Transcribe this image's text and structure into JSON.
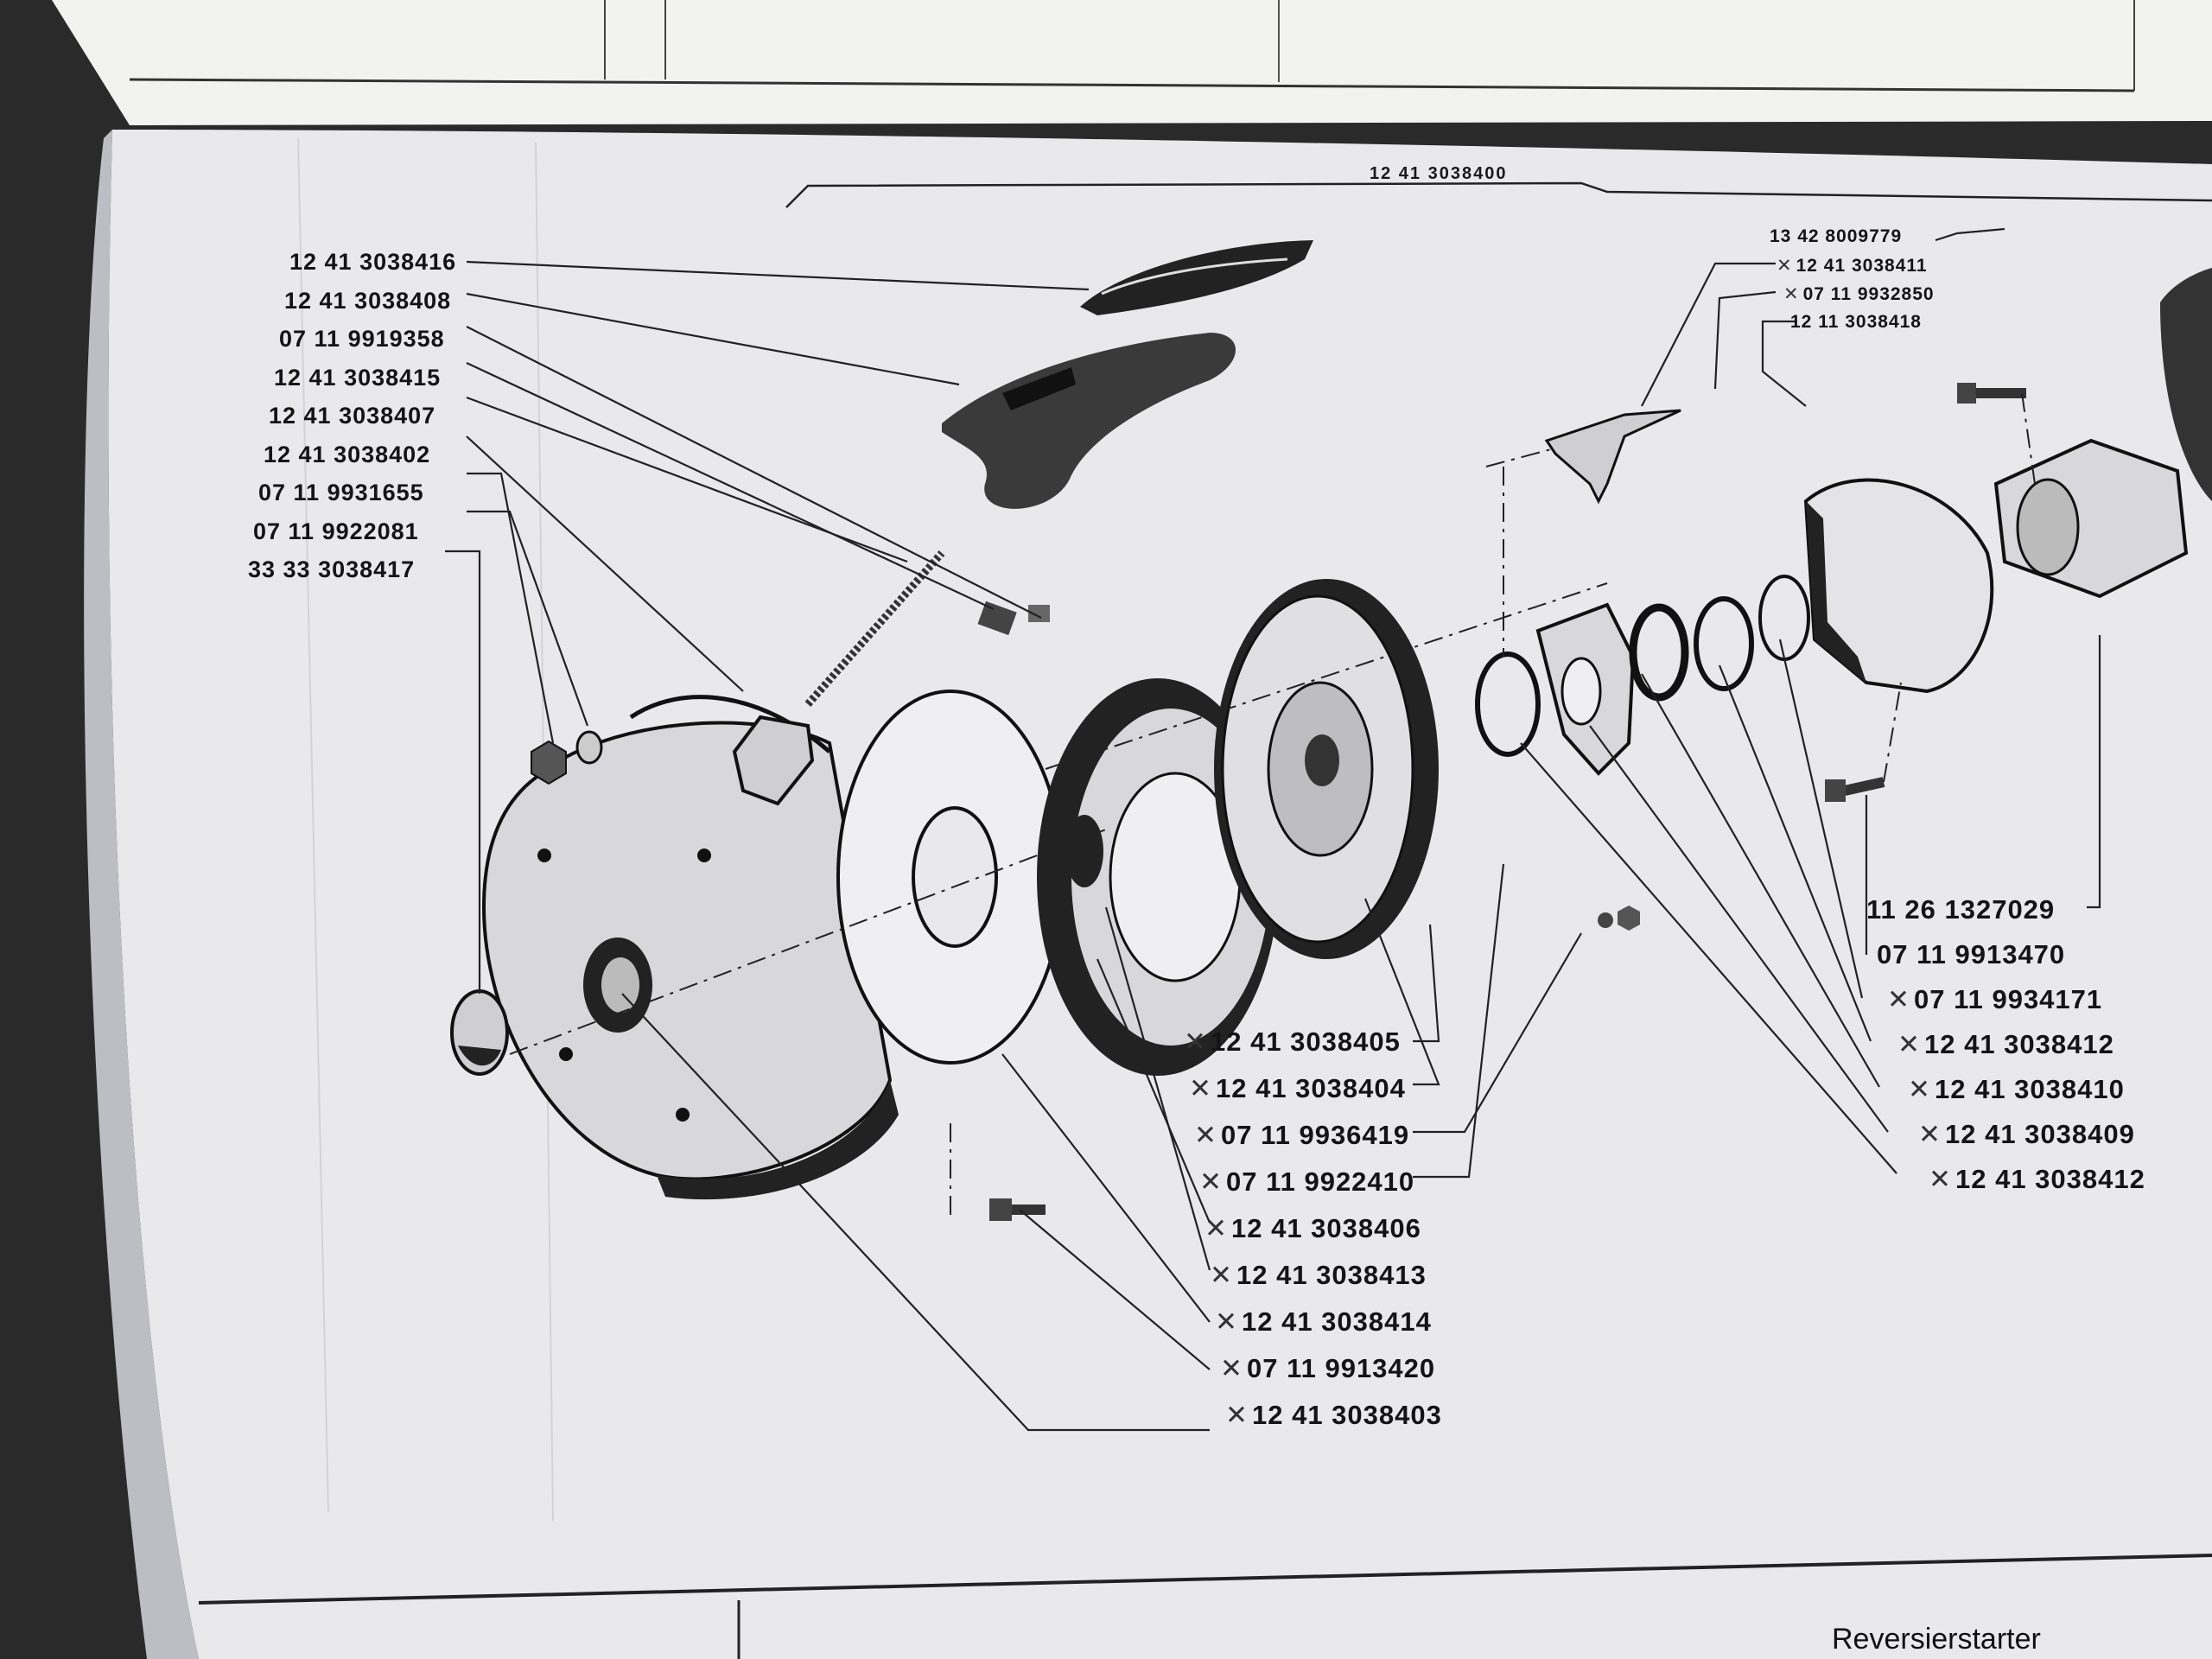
{
  "diagram": {
    "top_reference": "12 41 3038400",
    "footer_title": "Reversierstarter",
    "left_labels": [
      {
        "text": "12 41 3038416",
        "struck": false
      },
      {
        "text": "12 41 3038408",
        "struck": false
      },
      {
        "text": "07 11 9919358",
        "struck": false
      },
      {
        "text": "12 41 3038415",
        "struck": false
      },
      {
        "text": "12 41 3038407",
        "struck": false
      },
      {
        "text": "12 41 3038402",
        "struck": false
      },
      {
        "text": "07 11 9931655",
        "struck": false
      },
      {
        "text": "07 11 9922081",
        "struck": false
      },
      {
        "text": "33 33 3038417",
        "struck": false
      }
    ],
    "top_right_labels": [
      {
        "text": "13 42 8009779",
        "struck": false
      },
      {
        "text": "12 41 3038411",
        "struck": true
      },
      {
        "text": "07 11 9932850",
        "struck": true
      },
      {
        "text": "12 11 3038418",
        "struck": false
      }
    ],
    "bottom_middle_labels": [
      {
        "text": "12 41 3038405",
        "struck": true
      },
      {
        "text": "12 41 3038404",
        "struck": true
      },
      {
        "text": "07 11 9936419",
        "struck": true
      },
      {
        "text": "07 11 9922410",
        "struck": true
      },
      {
        "text": "12 41 3038406",
        "struck": true
      },
      {
        "text": "12 41 3038413",
        "struck": true
      },
      {
        "text": "12 41 3038414",
        "struck": true
      },
      {
        "text": "07 11 9913420",
        "struck": true
      },
      {
        "text": "12 41 3038403",
        "struck": true
      }
    ],
    "bottom_right_labels": [
      {
        "text": "11 26 1327029",
        "struck": false
      },
      {
        "text": "07 11 9913470",
        "struck": false
      },
      {
        "text": "07 11 9934171",
        "struck": true
      },
      {
        "text": "12 41 3038412",
        "struck": true
      },
      {
        "text": "12 41 3038410",
        "struck": true
      },
      {
        "text": "12 41 3038409",
        "struck": true
      },
      {
        "text": "12 41 3038412",
        "struck": true
      }
    ]
  }
}
